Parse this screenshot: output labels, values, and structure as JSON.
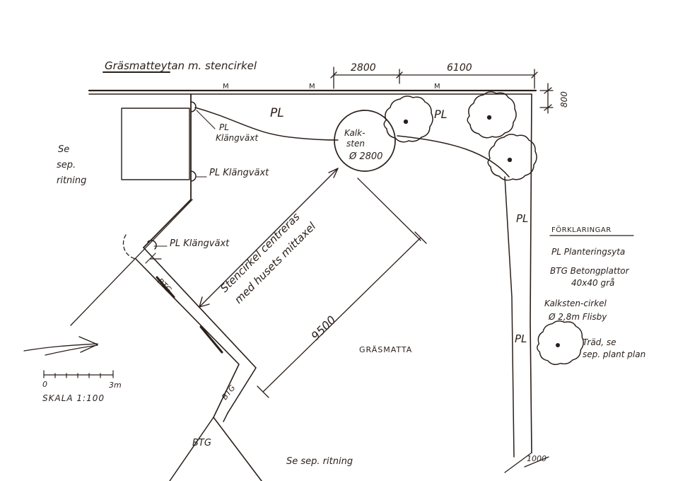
{
  "title": "Gräsmatteytan m. stencirkel",
  "wall_marks": [
    "M",
    "M",
    "M"
  ],
  "dimensions": {
    "top_a": "2800",
    "top_b": "6100",
    "right_top": "800",
    "diagonal": "9500",
    "bottom_right": "1000"
  },
  "labels": {
    "pl_top_left": "PL",
    "pl_top_right": "PL",
    "pl_right_upper": "PL",
    "pl_right_lower": "PL",
    "klang_1_pl": "PL",
    "klang_1_text": "Klängväxt",
    "klang_2": "PL Klängväxt",
    "klang_3": "PL Klängväxt",
    "se_sep_line1": "Se",
    "se_sep_line2": "sep.",
    "se_sep_line3": "ritning",
    "circle_line1": "Kalk-",
    "circle_line2": "sten",
    "circle_line3": "Ø 2800",
    "centre_note_line1": "Stencirkel centreras",
    "centre_note_line2": "med husets mittaxel",
    "grassmatta": "GRÄSMATTA",
    "btg_1": "BTG",
    "btg_2": "BTG",
    "btg_3": "BTG",
    "bottom_note": "Se sep. ritning"
  },
  "scale": {
    "zero": "0",
    "three": "3m",
    "label": "SKALA 1:100"
  },
  "legend": {
    "heading": "FÖRKLARINGAR",
    "pl_row": "PL  Planteringsyta",
    "btg_row_line1": "BTG Betongplattor",
    "btg_row_line2": "40x40 grå",
    "kalk_row_line1": "Kalksten-cirkel",
    "kalk_row_line2": "Ø 2,8m Flisby",
    "tree_row_line1": "Träd, se",
    "tree_row_line2": "sep. plant plan"
  }
}
